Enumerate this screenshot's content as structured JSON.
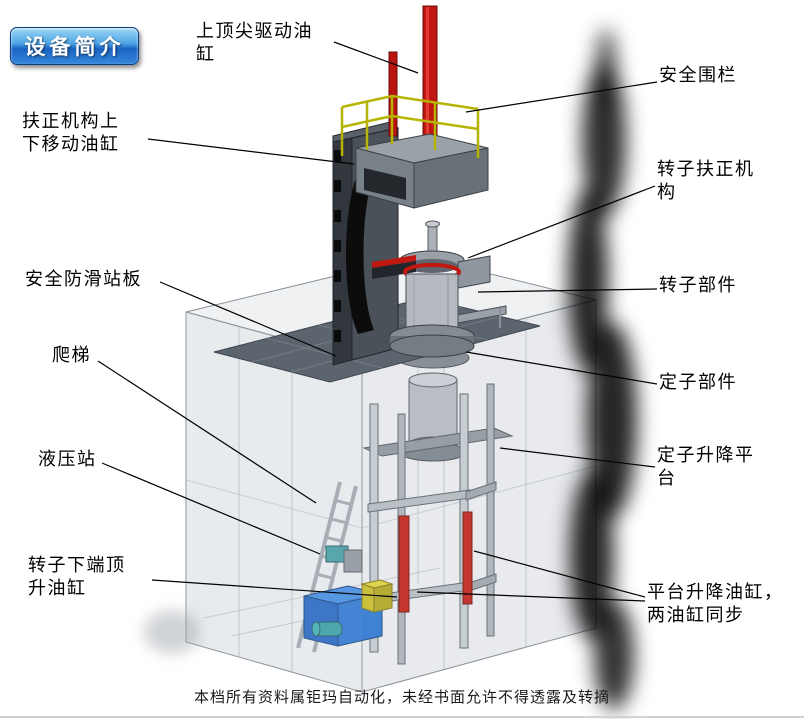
{
  "badge": {
    "label": "设备简介"
  },
  "annotations": [
    {
      "id": "top-center-drive-cylinder",
      "label": "上顶尖驱动油缸"
    },
    {
      "id": "safety-fence",
      "label": "安全围栏"
    },
    {
      "id": "centering-mechanism-travel-cylinder",
      "label": "扶正机构上下移动油缸"
    },
    {
      "id": "rotor-centering-mechanism",
      "label": "转子扶正机构"
    },
    {
      "id": "anti-slip-standing-platform",
      "label": "安全防滑站板"
    },
    {
      "id": "rotor-component",
      "label": "转子部件"
    },
    {
      "id": "ladder",
      "label": "爬梯"
    },
    {
      "id": "stator-component",
      "label": "定子部件"
    },
    {
      "id": "hydraulic-station",
      "label": "液压站"
    },
    {
      "id": "stator-lift-platform",
      "label": "定子升降平台"
    },
    {
      "id": "rotor-bottom-jack-cylinder",
      "label": "转子下端顶升油缸"
    },
    {
      "id": "platform-lift-cylinders",
      "label": "平台升降油缸，两油缸同步"
    }
  ],
  "footer": {
    "disclaimer": "本档所有资料属钜玛自动化，未经书面允许不得透露及转摘"
  },
  "colors": {
    "badge_blue": "#1766c4",
    "cylinder_red": "#c01810",
    "railing_yellow": "#b6b400",
    "hydraulic_blue": "#1b5fc0",
    "enclosure_gray": "#c9ced4",
    "platform_gray": "#5c646e"
  }
}
